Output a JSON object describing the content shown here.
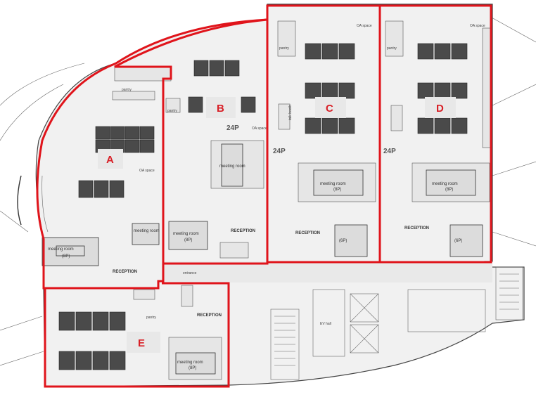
{
  "zones": [
    {
      "id": "A",
      "label": "A"
    },
    {
      "id": "B",
      "label": "B"
    },
    {
      "id": "C",
      "label": "C"
    },
    {
      "id": "D",
      "label": "D"
    },
    {
      "id": "E",
      "label": "E"
    }
  ],
  "labels": {
    "meeting_room": "meeting room",
    "cap_8p": "(8P)",
    "cap_6p": "(6P)",
    "reception": "RECEPTION",
    "pantry": "pantry",
    "oa_space": "OA space",
    "talk_booth": "talk booth",
    "cap_24p": "24P",
    "ev_hall": "EV hall",
    "entrance": "entrance"
  },
  "colors": {
    "zone_outline": "#e0141b",
    "zone_label": "#d81f26",
    "desk": "#4a4a4a",
    "floor": "#f2f2f2"
  }
}
